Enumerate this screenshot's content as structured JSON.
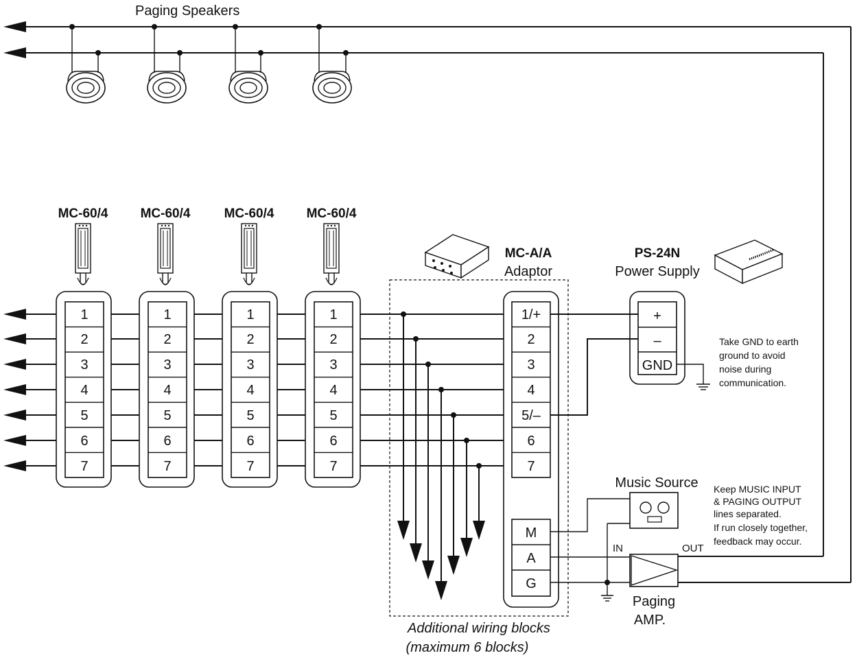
{
  "diagram": {
    "paging_speakers_label": "Paging Speakers",
    "stations": [
      {
        "model": "MC-60/4"
      },
      {
        "model": "MC-60/4"
      },
      {
        "model": "MC-60/4"
      },
      {
        "model": "MC-60/4"
      }
    ],
    "terminal_numbers": [
      "1",
      "2",
      "3",
      "4",
      "5",
      "6",
      "7"
    ],
    "adaptor": {
      "model": "MC-A/A",
      "name": "Adaptor",
      "terminals": [
        "1/+",
        "2",
        "3",
        "4",
        "5/–",
        "6",
        "7"
      ],
      "audio_terminals": [
        "M",
        "A",
        "G"
      ]
    },
    "power_supply": {
      "model": "PS-24N",
      "name": "Power Supply",
      "terminals": [
        "+",
        "–",
        "GND"
      ],
      "note": [
        "Take GND to earth",
        "ground to avoid",
        "noise during",
        "communication."
      ]
    },
    "music_source": {
      "label": "Music Source",
      "note": [
        "Keep MUSIC INPUT",
        "& PAGING OUTPUT",
        "lines separated.",
        "If run closely together,",
        "feedback may occur."
      ]
    },
    "amplifier": {
      "in_label": "IN",
      "out_label": "OUT",
      "name_line1": "Paging",
      "name_line2": "AMP."
    },
    "additional_blocks": {
      "line1": "Additional wiring blocks",
      "line2": "(maximum 6 blocks)"
    }
  }
}
